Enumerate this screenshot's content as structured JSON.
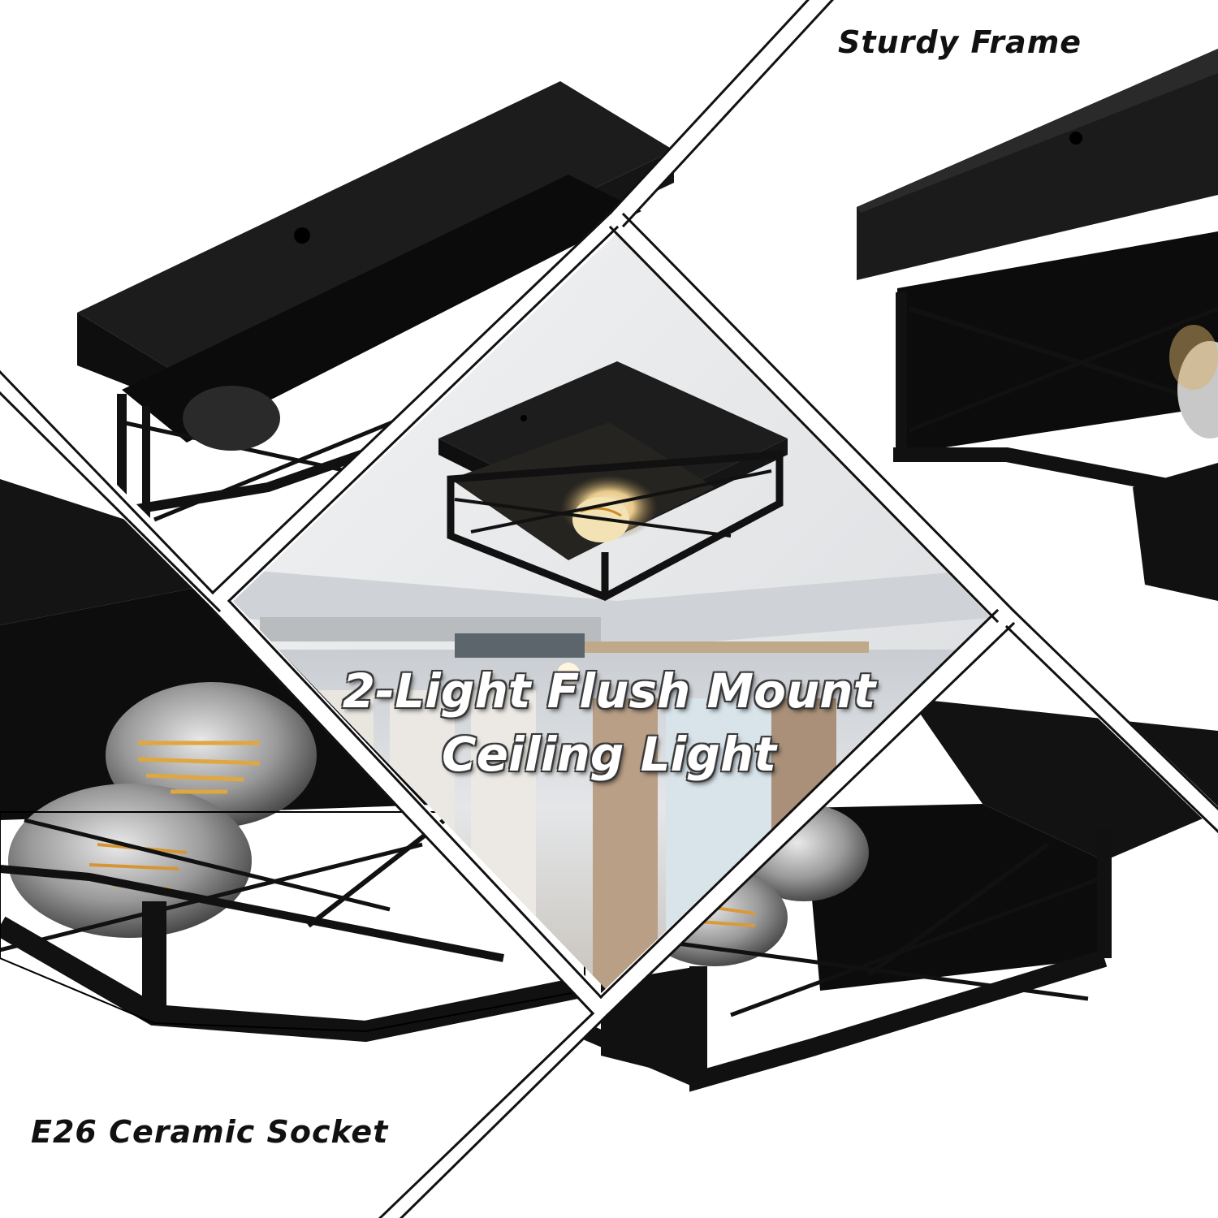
{
  "captions": {
    "top_right": "Sturdy Frame",
    "bottom_left": "E26 Ceramic Socket"
  },
  "headline": {
    "line1": "2-Light Flush Mount",
    "line2": "Ceiling Light"
  }
}
